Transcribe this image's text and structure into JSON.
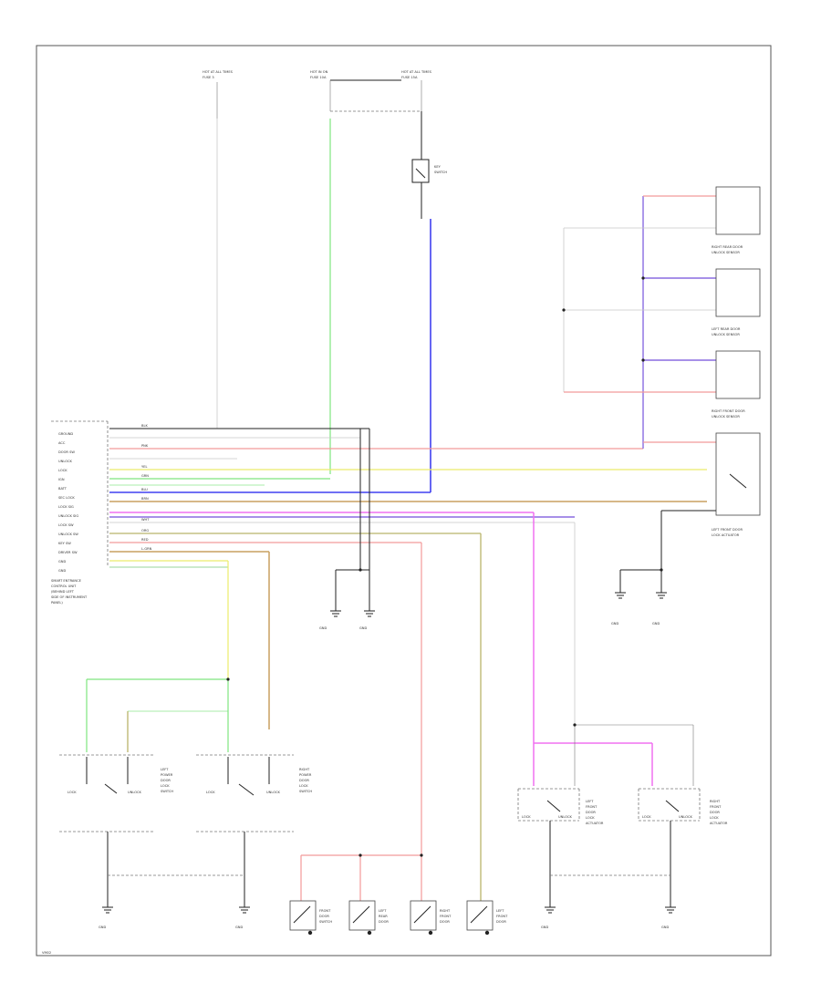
{
  "figure_id": "VM02",
  "figure_id_note": "",
  "colors": {
    "red": "#f29a9a",
    "pink": "#f070f0",
    "green": "#7fe57f",
    "light_green": "#a8eea8",
    "yellow": "#ecec6a",
    "blue": "#4040f0",
    "violet": "#8a6ce0",
    "tan": "#c8a060",
    "olive": "#b9b46a",
    "black": "#222222"
  },
  "fuses": [
    {
      "top": "HOT AT ALL TIMES",
      "sub": "FUSE 3",
      "name": "FUSE 3"
    },
    {
      "top": "HOT IN ON",
      "sub": "FUSE 10A",
      "name": "FUSE 10A"
    },
    {
      "top": "HOT AT ALL TIMES",
      "sub": "FUSE 15A",
      "name": "FUSE 15A"
    }
  ],
  "labels": {
    "module": [
      "SMART ENTRANCE",
      "CONTROL UNIT",
      "(BEHIND LEFT",
      "SIDE OF INSTRUMENT",
      "PANEL)"
    ],
    "key_switch": [
      "KEY",
      "SWITCH"
    ],
    "door_unlock_sensors": [
      [
        "RIGHT REAR DOOR",
        "UNLOCK SENSOR"
      ],
      [
        "LEFT REAR DOOR",
        "UNLOCK SENSOR"
      ],
      [
        "RIGHT FRONT DOOR",
        "UNLOCK SENSOR"
      ],
      [
        "LEFT FRONT DOOR",
        "LOCK ACTUATOR"
      ]
    ],
    "grounds": [
      "GND",
      "GND",
      "GND",
      "GND",
      "GND",
      "GND",
      "GND",
      "GND"
    ],
    "door_lock_actuators": [
      [
        "LEFT",
        "FRONT",
        "DOOR",
        "LOCK",
        "ACTUATOR"
      ],
      [
        "RIGHT",
        "FRONT",
        "DOOR",
        "LOCK",
        "ACTUATOR"
      ]
    ],
    "door_switches": [
      [
        "FRONT",
        "DOOR",
        "SWITCH"
      ],
      [
        "LEFT",
        "REAR",
        "DOOR"
      ],
      [
        "RIGHT",
        "FRONT",
        "DOOR"
      ],
      [
        "LEFT",
        "FRONT",
        "DOOR"
      ]
    ],
    "power_lock_switches": [
      [
        "LEFT",
        "POWER",
        "DOOR",
        "LOCK",
        "SWITCH"
      ],
      [
        "RIGHT",
        "POWER",
        "DOOR",
        "LOCK",
        "SWITCH"
      ]
    ],
    "lock_unlock": [
      "LOCK",
      "UNLOCK"
    ],
    "wire_colors": [
      "BLK",
      "PNK",
      "GRN",
      "YEL",
      "BLU",
      "RED",
      "WHT",
      "L-GRN",
      "BRN",
      "ORG"
    ]
  },
  "module_pins": [
    "GROUND",
    "ACC",
    "DOOR SW",
    "UNLOCK",
    "LOCK",
    "IGN",
    "BATT",
    "SEC LOCK",
    "LOCK SIG",
    "UNLOCK SIG",
    "LOCK SW",
    "UNLOCK SW",
    "KEY SW",
    "DRIVER SW",
    "GND",
    "GND"
  ]
}
